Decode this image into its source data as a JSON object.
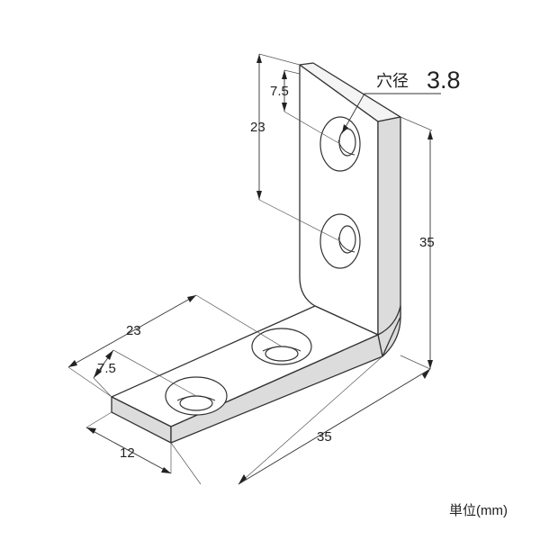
{
  "diagram": {
    "hole_label_prefix": "穴径",
    "hole_label_value": "3.8",
    "dim_vertical_spacing": "23",
    "dim_vertical_edge": "7.5",
    "dim_height": "35",
    "dim_horizontal_spacing": "23",
    "dim_horizontal_edge": "7.5",
    "dim_width": "12",
    "dim_length": "35",
    "unit_label": "単位(mm)"
  },
  "colors": {
    "line": "#333333",
    "text": "#222222",
    "face_light": "#f4f4f4",
    "face_dark": "#dcdcdc"
  }
}
